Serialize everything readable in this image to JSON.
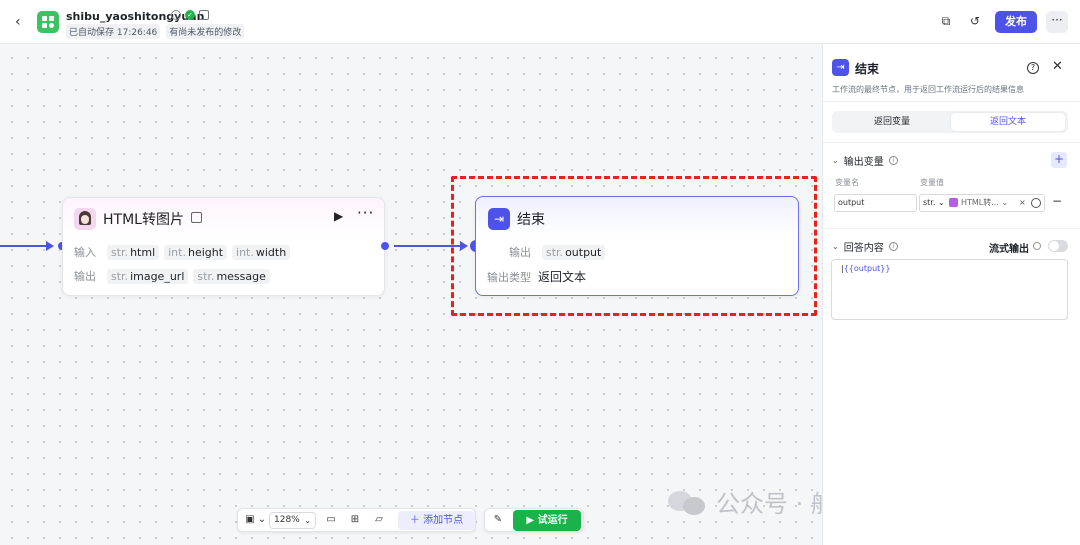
{
  "header": {
    "app_name": "shibu_yaoshitongyuan",
    "autosave": "已自动保存 17:26:46",
    "unpublished": "有尚未发布的修改",
    "publish_label": "发布"
  },
  "canvas": {
    "node_html": {
      "title": "HTML转图片",
      "input_label": "输入",
      "output_label": "输出",
      "inputs": [
        {
          "type": "str.",
          "name": "html"
        },
        {
          "type": "int.",
          "name": "height"
        },
        {
          "type": "int.",
          "name": "width"
        }
      ],
      "outputs": [
        {
          "type": "str.",
          "name": "image_url"
        },
        {
          "type": "str.",
          "name": "message"
        }
      ]
    },
    "node_end": {
      "title": "结束",
      "output_label": "输出",
      "output": {
        "type": "str.",
        "name": "output"
      },
      "output_type_label": "输出类型",
      "output_type_value": "返回文本"
    }
  },
  "toolbar": {
    "zoom": "128%",
    "add_node_label": "添加节点",
    "run_label": "试运行"
  },
  "watermark": {
    "text": "公众号 · 船帆的AGI之路"
  },
  "panel": {
    "title": "结束",
    "description": "工作流的最终节点，用于返回工作流运行后的结果信息",
    "tabs": [
      "返回变量",
      "返回文本"
    ],
    "output_vars": {
      "label": "输出变量",
      "col_name": "变量名",
      "col_value": "变量值",
      "name_value": "output",
      "value_type": "str.",
      "value_ref": "HTML转..."
    },
    "answer": {
      "label": "回答内容",
      "stream_label": "流式输出",
      "content": "{{output}}"
    }
  },
  "colors": {
    "accent": "#4d53e8",
    "run_green": "#19b34a",
    "highlight_red": "#e8221b"
  }
}
